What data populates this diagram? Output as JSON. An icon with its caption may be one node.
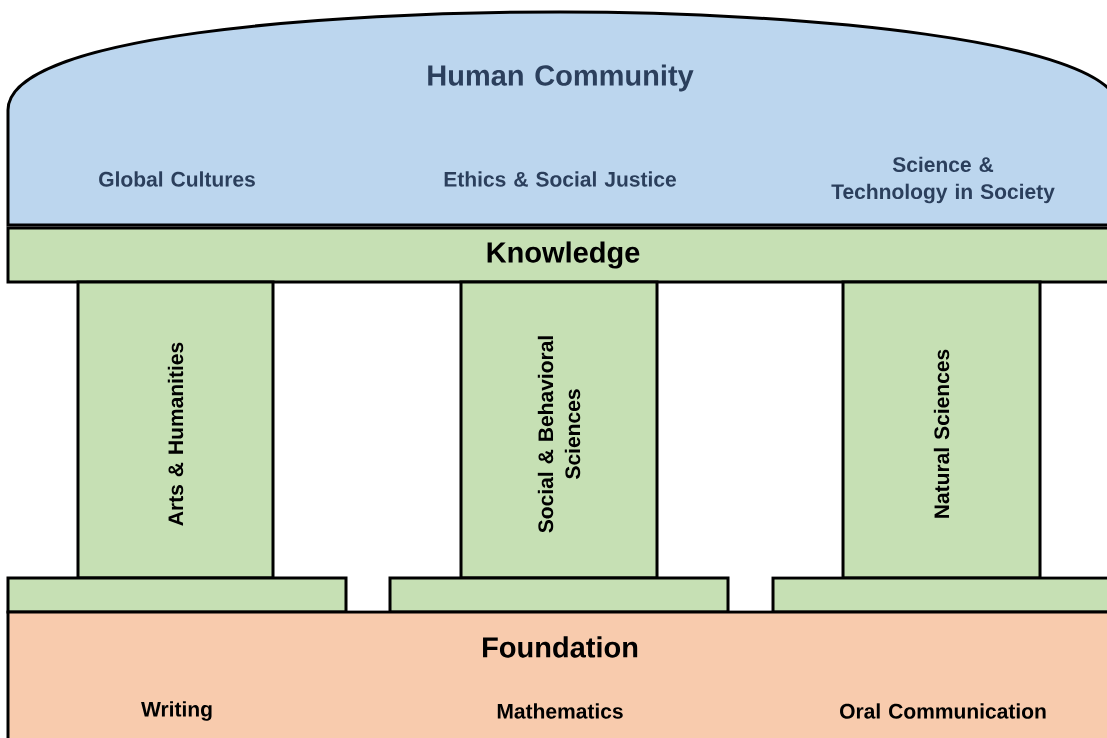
{
  "diagram": {
    "nodes": [
      {
        "text": [
          "Human Community",
          "Global Cultures",
          "Ethics & Social Justice",
          "Science & Technology in Society"
        ]
      },
      {
        "text": [
          "Knowledge"
        ]
      },
      {
        "text": [
          "Arts & Humanities"
        ]
      },
      {
        "text": [
          "Social & Behavioral Sciences"
        ]
      },
      {
        "text": [
          "Natural Sciences"
        ]
      },
      {
        "text": [],
        "shape": "box"
      },
      {
        "text": [],
        "shape": "box"
      },
      {
        "text": [],
        "shape": "box"
      },
      {
        "text": [
          "Foundation",
          "Writing",
          "Mathematics",
          "Oral Communication"
        ]
      }
    ]
  }
}
